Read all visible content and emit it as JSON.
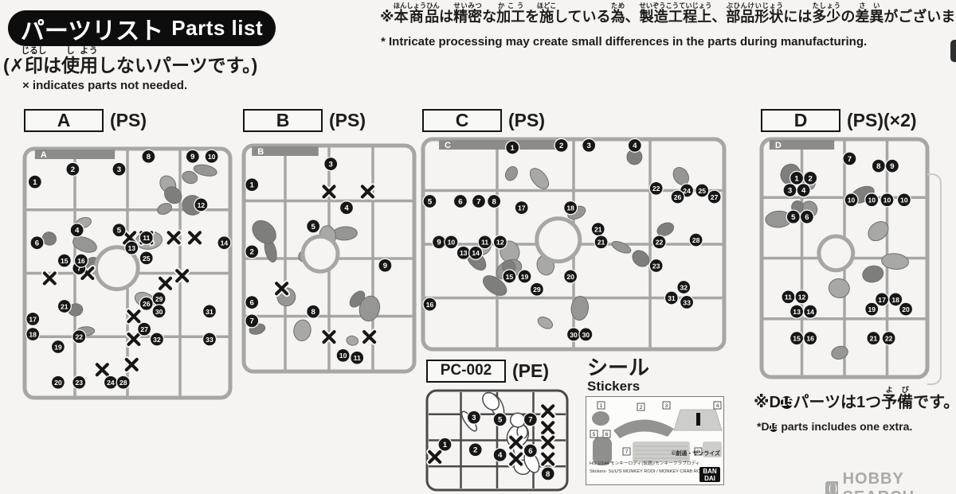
{
  "header": {
    "title_jp": "パーツリスト",
    "title_en": "Parts list",
    "note_jp_segments": [
      {
        "t": "(✗"
      },
      {
        "t": "印",
        "r": "じるし"
      },
      {
        "t": "は"
      },
      {
        "t": "使",
        "r": "し"
      },
      {
        "t": "用",
        "r": "よう"
      },
      {
        "t": "しないパーツです。)"
      }
    ],
    "note_en": "× indicates parts not needed."
  },
  "disclaimer": {
    "jp_segments": [
      {
        "t": "※"
      },
      {
        "t": "本商品",
        "r": "ほんしょうひん"
      },
      {
        "t": "は"
      },
      {
        "t": "精密",
        "r": "せいみつ"
      },
      {
        "t": "な"
      },
      {
        "t": "加工",
        "r": "かこう"
      },
      {
        "t": "を"
      },
      {
        "t": "施",
        "r": "ほどこ"
      },
      {
        "t": "している"
      },
      {
        "t": "為",
        "r": "ため"
      },
      {
        "t": "、"
      },
      {
        "t": "製造工程上",
        "r": "せいぞうこうていじょう"
      },
      {
        "t": "、"
      },
      {
        "t": "部品形状",
        "r": "ぶひんけいじょう"
      },
      {
        "t": "には"
      },
      {
        "t": "多少",
        "r": "たしょう"
      },
      {
        "t": "の"
      },
      {
        "t": "差異",
        "r": "さい"
      },
      {
        "t": "がございます。"
      }
    ],
    "en": "* Intricate processing may create small differences in the parts during manufacturing."
  },
  "runners": [
    {
      "letter": "A",
      "material": "(PS)",
      "style": "solid",
      "seed": 11,
      "badges": [
        [
          1,
          6,
          14
        ],
        [
          2,
          24,
          9
        ],
        [
          3,
          46,
          9
        ],
        [
          8,
          60,
          4
        ],
        [
          9,
          81,
          4
        ],
        [
          10,
          90,
          4
        ],
        [
          12,
          85,
          23
        ],
        [
          6,
          7,
          38
        ],
        [
          4,
          26,
          33
        ],
        [
          5,
          46,
          33
        ],
        [
          13,
          52,
          40
        ],
        [
          11,
          59,
          36
        ],
        [
          14,
          96,
          38
        ],
        [
          7,
          27,
          48
        ],
        [
          15,
          20,
          45
        ],
        [
          16,
          28,
          45
        ],
        [
          25,
          59,
          44
        ],
        [
          21,
          20,
          63
        ],
        [
          17,
          5,
          68
        ],
        [
          18,
          5,
          74
        ],
        [
          19,
          17,
          79
        ],
        [
          22,
          27,
          75
        ],
        [
          20,
          17,
          93
        ],
        [
          23,
          27,
          93
        ],
        [
          24,
          42,
          93
        ],
        [
          28,
          48,
          93
        ],
        [
          26,
          59,
          62
        ],
        [
          29,
          65,
          60
        ],
        [
          27,
          58,
          72
        ],
        [
          30,
          65,
          65
        ],
        [
          31,
          89,
          65
        ],
        [
          32,
          64,
          76
        ],
        [
          33,
          89,
          76
        ]
      ],
      "xmarks": [
        [
          13,
          52
        ],
        [
          31,
          50
        ],
        [
          51,
          36
        ],
        [
          59,
          36
        ],
        [
          72,
          36
        ],
        [
          82,
          36
        ],
        [
          68,
          54
        ],
        [
          76,
          51
        ],
        [
          53,
          67
        ],
        [
          53,
          76
        ],
        [
          38,
          88
        ],
        [
          52,
          86
        ]
      ]
    },
    {
      "letter": "B",
      "material": "(PS)",
      "style": "solid",
      "seed": 23,
      "badges": [
        [
          1,
          6,
          18
        ],
        [
          3,
          51,
          9
        ],
        [
          4,
          60,
          28
        ],
        [
          5,
          41,
          36
        ],
        [
          2,
          6,
          47
        ],
        [
          9,
          82,
          53
        ],
        [
          6,
          6,
          69
        ],
        [
          8,
          41,
          73
        ],
        [
          7,
          6,
          77
        ],
        [
          10,
          58,
          92
        ],
        [
          11,
          66,
          93
        ]
      ],
      "xmarks": [
        [
          50,
          21
        ],
        [
          72,
          21
        ],
        [
          23,
          63
        ],
        [
          50,
          84
        ],
        [
          73,
          84
        ]
      ]
    },
    {
      "letter": "C",
      "material": "(PS)",
      "style": "solid",
      "seed": 37,
      "badges": [
        [
          1,
          30,
          5
        ],
        [
          2,
          46,
          4
        ],
        [
          3,
          55,
          4
        ],
        [
          4,
          70,
          4
        ],
        [
          5,
          3,
          30
        ],
        [
          6,
          13,
          30
        ],
        [
          7,
          19,
          30
        ],
        [
          8,
          24,
          30
        ],
        [
          17,
          33,
          33
        ],
        [
          18,
          49,
          33
        ],
        [
          22,
          77,
          24
        ],
        [
          24,
          87,
          25
        ],
        [
          25,
          92,
          25
        ],
        [
          26,
          84,
          28
        ],
        [
          27,
          96,
          28
        ],
        [
          9,
          6,
          49
        ],
        [
          10,
          10,
          49
        ],
        [
          11,
          21,
          49
        ],
        [
          12,
          26,
          49
        ],
        [
          13,
          14,
          54
        ],
        [
          14,
          18,
          54
        ],
        [
          15,
          29,
          65
        ],
        [
          19,
          34,
          65
        ],
        [
          20,
          49,
          65
        ],
        [
          21,
          58,
          43
        ],
        [
          21,
          59,
          49
        ],
        [
          22,
          78,
          49
        ],
        [
          23,
          77,
          60
        ],
        [
          16,
          3,
          78
        ],
        [
          29,
          38,
          71
        ],
        [
          30,
          50,
          92
        ],
        [
          30,
          54,
          92
        ],
        [
          31,
          82,
          75
        ],
        [
          32,
          86,
          70
        ],
        [
          33,
          87,
          77
        ],
        [
          28,
          90,
          48
        ]
      ],
      "xmarks": []
    },
    {
      "letter": "D",
      "material": "(PS)(×2)",
      "style": "solid",
      "seed": 51,
      "badges": [
        [
          7,
          53,
          9
        ],
        [
          8,
          70,
          12
        ],
        [
          9,
          78,
          12
        ],
        [
          1,
          22,
          17
        ],
        [
          2,
          30,
          17
        ],
        [
          3,
          18,
          22
        ],
        [
          4,
          26,
          22
        ],
        [
          10,
          54,
          26
        ],
        [
          10,
          66,
          26
        ],
        [
          10,
          75,
          26
        ],
        [
          10,
          85,
          26
        ],
        [
          5,
          20,
          33
        ],
        [
          6,
          28,
          33
        ],
        [
          11,
          17,
          66
        ],
        [
          12,
          25,
          66
        ],
        [
          13,
          22,
          72
        ],
        [
          14,
          30,
          72
        ],
        [
          17,
          72,
          67
        ],
        [
          18,
          80,
          67
        ],
        [
          19,
          66,
          71
        ],
        [
          20,
          86,
          71
        ],
        [
          15,
          22,
          83
        ],
        [
          16,
          30,
          83
        ],
        [
          21,
          67,
          83
        ],
        [
          22,
          76,
          83
        ]
      ],
      "xmarks": []
    },
    {
      "letter": "PC-002",
      "material": "(PE)",
      "style": "outline",
      "seed": 67,
      "badges": [
        [
          3,
          34,
          28
        ],
        [
          5,
          52,
          30
        ],
        [
          7,
          73,
          30
        ],
        [
          1,
          14,
          54
        ],
        [
          2,
          35,
          59
        ],
        [
          4,
          52,
          64
        ],
        [
          6,
          73,
          60
        ],
        [
          8,
          85,
          82
        ]
      ],
      "xmarks": [
        [
          85,
          22
        ],
        [
          85,
          38
        ],
        [
          85,
          52
        ],
        [
          85,
          68
        ],
        [
          63,
          52
        ],
        [
          63,
          68
        ],
        [
          7,
          66
        ]
      ]
    }
  ],
  "stickers": {
    "title_jp": "シール",
    "title_en": "Stickers",
    "tags": [
      "1",
      "2",
      "3",
      "4",
      "5",
      "6",
      "7",
      "8"
    ],
    "copyright": "©創通・サンライズ",
    "line1": "HG 1/144 モンキーロディ(仮題)/モンキークラブロディ",
    "line2": "Stickers- SUU'S MONKEY RODI / MONKEY CRAB RODI",
    "logo_top": "BAN",
    "logo_bottom": "DAI"
  },
  "spare_note": {
    "jp_segments": [
      {
        "t": "※D"
      },
      {
        "t": "15",
        "c": true
      },
      {
        "t": "パーツは1つ"
      },
      {
        "t": "予備",
        "r": "よび"
      },
      {
        "t": "です。"
      }
    ],
    "en_segments": [
      {
        "t": "*D"
      },
      {
        "t": "15",
        "c": true
      },
      {
        "t": " parts includes one extra."
      }
    ]
  },
  "watermark": {
    "text": "HOBBY SEARCH"
  }
}
